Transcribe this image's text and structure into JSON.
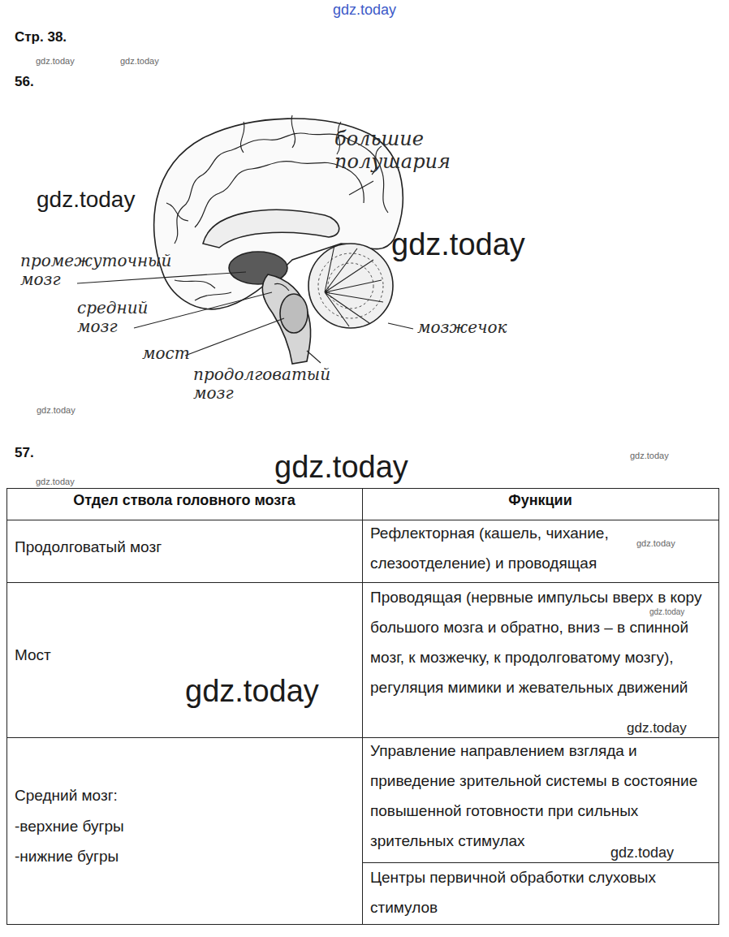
{
  "diagram": {
    "labels": [
      "gdz.today",
      "Стр. 38.",
      "gdz.today",
      "gdz.today",
      "56.",
      "большие полушария",
      "gdz.today",
      "gdz.today",
      "промежуточный мозг",
      "средний мозг",
      "мост",
      "продолговатый мозг",
      "мозжечок",
      "gdz.today",
      "57.",
      "gdz.today",
      "gdz.today",
      "gdz.today",
      "Отдел ствола головного мозга",
      "Функции",
      "Продолговатый мозг",
      "Рефлекторная (кашель, чихание, слезоотделение) и проводящая",
      "gdz.today",
      "Мост",
      "Проводящая (нервные импульсы вверх в кору большого мозга и обратно, вниз – в спинной мозг, к мозжечку, к продолговатому мозгу), регуляция мимики и жевательных движений",
      "gdz.today",
      "gdz.today",
      "Средний мозг:",
      "-верхние бугры",
      "-нижние бугры",
      "Управление направлением взгляда и приведение зрительной системы в состояние повышенной готовности при сильных зрительных стимулах",
      "gdz.today",
      "Центры первичной обработки слуховых стимулов",
      "gdz.today"
    ]
  }
}
